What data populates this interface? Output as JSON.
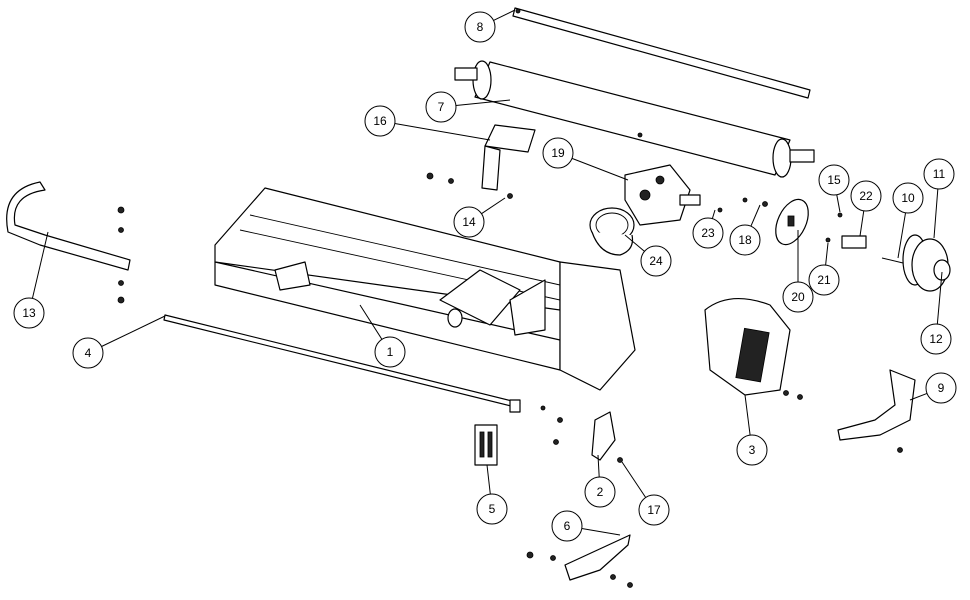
{
  "diagram": {
    "type": "exploded-parts-diagram",
    "callouts": [
      "1",
      "2",
      "3",
      "4",
      "5",
      "6",
      "7",
      "8",
      "9",
      "10",
      "11",
      "12",
      "13",
      "14",
      "15",
      "16",
      "17",
      "18",
      "19",
      "20",
      "21",
      "22",
      "23",
      "24"
    ]
  }
}
